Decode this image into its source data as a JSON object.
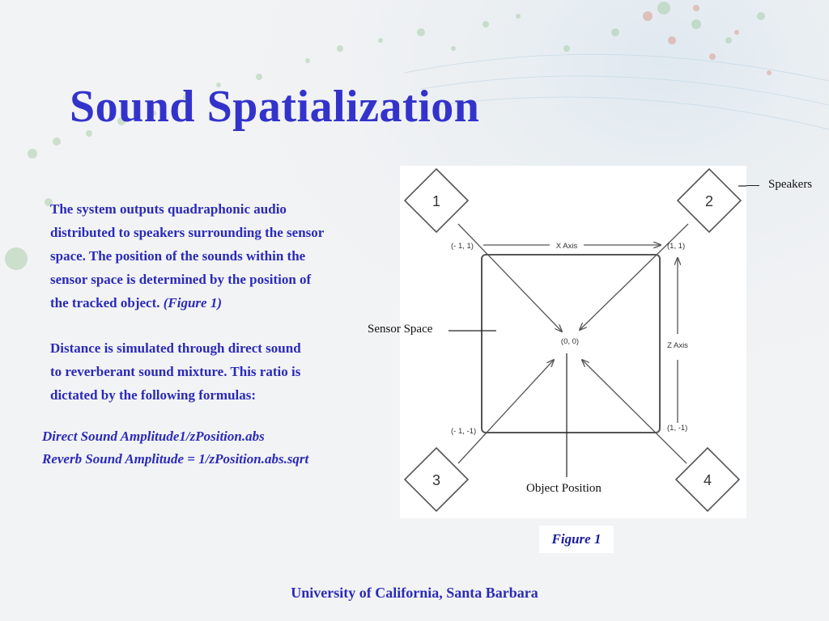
{
  "title": "Sound Spatialization",
  "body": {
    "paragraph1_lines": [
      "The system outputs quadraphonic audio",
      "distributed to speakers surrounding the sensor",
      "space. The position of the sounds within the",
      "sensor space is determined by the position of"
    ],
    "paragraph1_last": "the tracked object. ",
    "paragraph1_ref": "(Figure 1)",
    "paragraph2_lines": [
      "Distance is simulated through direct sound",
      "to reverberant sound mixture. This ratio is",
      "dictated by the following formulas:"
    ]
  },
  "formulas": [
    "Direct Sound Amplitude1/zPosition.abs",
    "Reverb Sound Amplitude = 1/zPosition.abs.sqrt"
  ],
  "figure": {
    "speakers": [
      "1",
      "2",
      "3",
      "4"
    ],
    "coords": {
      "top_left": "(- 1, 1)",
      "top_right": "(1, 1)",
      "bottom_left": "(- 1, -1)",
      "bottom_right": "(1, -1)",
      "center": "(0, 0)"
    },
    "x_axis_label": "X Axis",
    "z_axis_label": "Z Axis",
    "callouts": {
      "speakers": "Speakers",
      "sensor_space": "Sensor Space",
      "object_position": "Object Position"
    },
    "caption": "Figure 1"
  },
  "footer": "University of California, Santa Barbara",
  "colors": {
    "title": "#3333cc",
    "text": "#2a2ab8",
    "diagram_line": "#555555"
  }
}
